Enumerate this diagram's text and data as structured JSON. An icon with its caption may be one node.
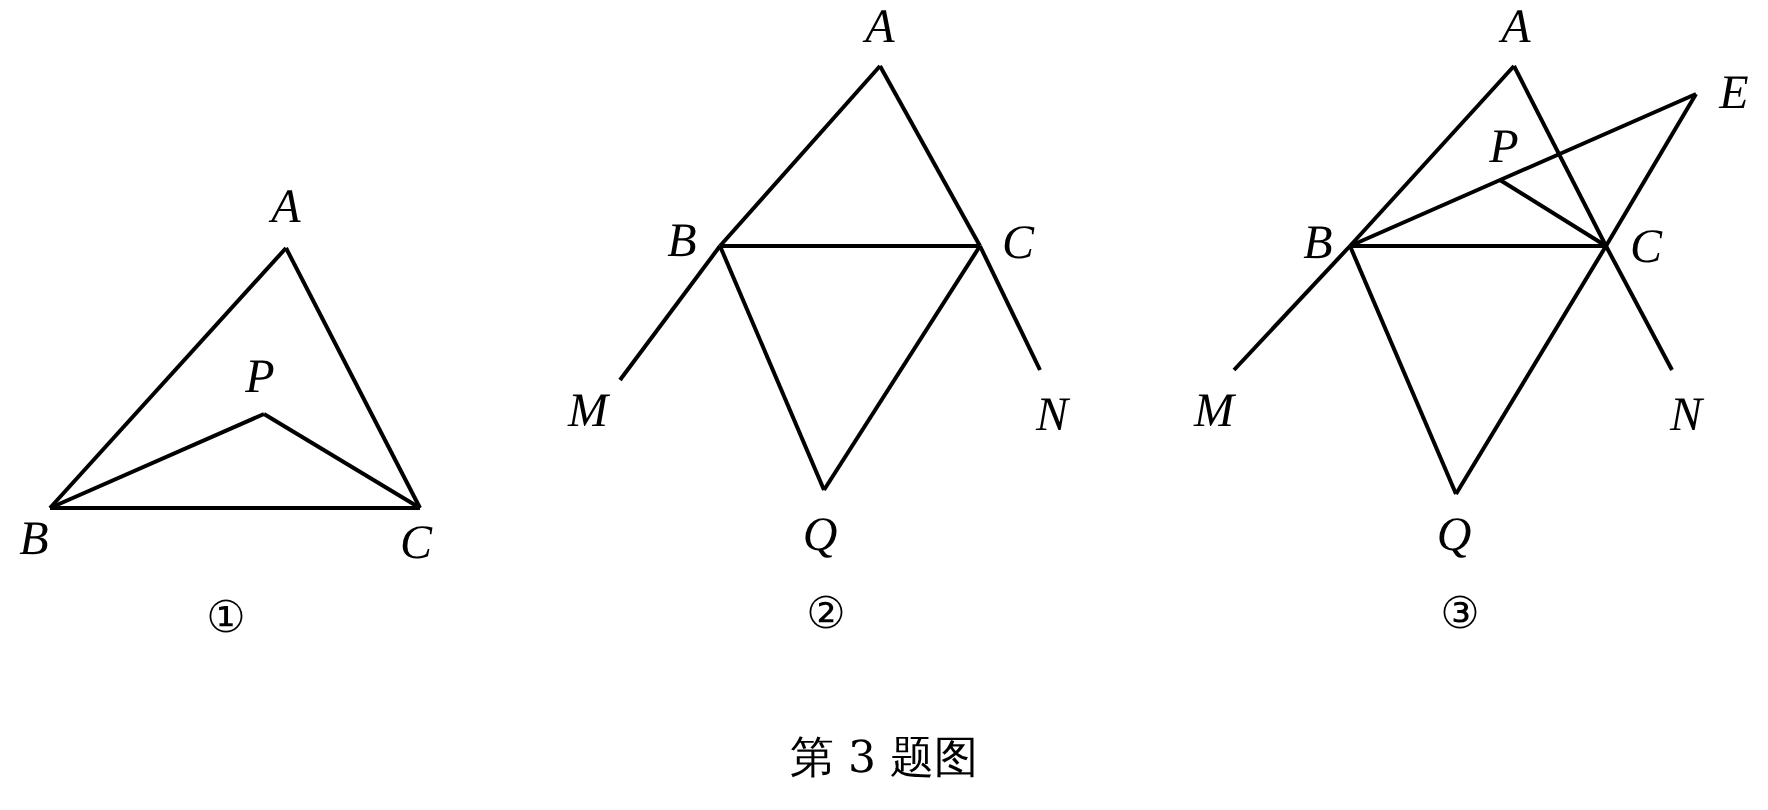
{
  "diagram": {
    "caption": "第 3 题图",
    "nodes": [
      {
        "text": [
          "A"
        ]
      },
      {
        "text": [
          "P"
        ]
      },
      {
        "text": [
          "B"
        ]
      },
      {
        "text": [
          "C"
        ]
      },
      {
        "text": [
          "A"
        ]
      },
      {
        "text": [
          "B"
        ]
      },
      {
        "text": [
          "C"
        ]
      },
      {
        "text": [
          "M"
        ]
      },
      {
        "text": [
          "N"
        ]
      },
      {
        "text": [
          "Q"
        ]
      },
      {
        "text": [
          "A"
        ]
      },
      {
        "text": [
          "E"
        ]
      },
      {
        "text": [
          "P"
        ]
      },
      {
        "text": [
          "B"
        ]
      },
      {
        "text": [
          "C"
        ]
      },
      {
        "text": [
          "M"
        ]
      },
      {
        "text": [
          "N"
        ]
      },
      {
        "text": [
          "Q"
        ]
      }
    ],
    "edges": [
      {
        "from": 0,
        "to": 2,
        "arrow": "none"
      },
      {
        "from": 0,
        "to": 3,
        "arrow": "none"
      },
      {
        "from": 2,
        "to": 3,
        "arrow": "none"
      },
      {
        "from": 1,
        "to": 2,
        "arrow": "none"
      },
      {
        "from": 1,
        "to": 3,
        "arrow": "none"
      },
      {
        "from": 4,
        "to": 5,
        "arrow": "none"
      },
      {
        "from": 5,
        "to": 7,
        "arrow": "none"
      },
      {
        "from": 4,
        "to": 6,
        "arrow": "none"
      },
      {
        "from": 6,
        "to": 8,
        "arrow": "none"
      },
      {
        "from": 5,
        "to": 6,
        "arrow": "none"
      },
      {
        "from": 5,
        "to": 9,
        "arrow": "none"
      },
      {
        "from": 6,
        "to": 9,
        "arrow": "none"
      },
      {
        "from": 10,
        "to": 13,
        "arrow": "none"
      },
      {
        "from": 13,
        "to": 15,
        "arrow": "none"
      },
      {
        "from": 10,
        "to": 14,
        "arrow": "none"
      },
      {
        "from": 14,
        "to": 16,
        "arrow": "none"
      },
      {
        "from": 13,
        "to": 14,
        "arrow": "none"
      },
      {
        "from": 13,
        "to": 17,
        "arrow": "none"
      },
      {
        "from": 14,
        "to": 17,
        "arrow": "none"
      },
      {
        "from": 13,
        "to": 11,
        "arrow": "none"
      },
      {
        "from": 11,
        "to": 14,
        "arrow": "none"
      },
      {
        "from": 12,
        "to": 14,
        "arrow": "none"
      }
    ],
    "labels": [
      "①",
      "②",
      "③"
    ]
  }
}
